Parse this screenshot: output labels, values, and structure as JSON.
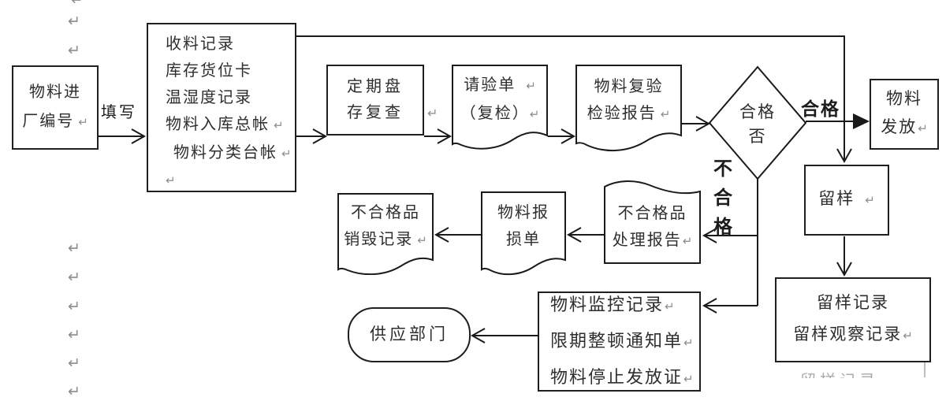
{
  "marks": {
    "cr": "↵"
  },
  "labels": {
    "fill_in": "填写",
    "pass": "合格",
    "fail_vertical": [
      "不",
      "合",
      "格"
    ]
  },
  "nodes": {
    "entry": {
      "lines": [
        "物料进",
        "厂编号"
      ]
    },
    "records": {
      "lines": [
        "收料记录",
        "库存货位卡",
        "温湿度记录",
        "物料入库总帐",
        "物料分类台帐"
      ]
    },
    "periodic_check": {
      "lines": [
        "定期盘",
        "存复查"
      ]
    },
    "inspection_request": {
      "lines": [
        "请验单",
        "（复检）"
      ]
    },
    "reinspection_report": {
      "lines": [
        "物料复验",
        "检验报告"
      ]
    },
    "decision": {
      "lines": [
        "合格",
        "否"
      ]
    },
    "material_issue": {
      "lines": [
        "物料",
        "发放"
      ]
    },
    "sample": {
      "lines": [
        "留样"
      ]
    },
    "sample_records": {
      "lines": [
        "留样记录",
        "留样观察记录"
      ]
    },
    "nonconforming_report": {
      "lines": [
        "不合格品",
        "处理报告"
      ]
    },
    "damage_report": {
      "lines": [
        "物料报",
        "损单"
      ]
    },
    "destroy_record": {
      "lines": [
        "不合格品",
        "销毁记录"
      ]
    },
    "monitoring_records": {
      "lines": [
        "物料监控记录",
        "限期整顿通知单",
        "物料停止发放证"
      ]
    },
    "supply_department": {
      "lines": [
        "供应部门"
      ]
    },
    "ghost": {
      "text": "留样记录"
    }
  }
}
